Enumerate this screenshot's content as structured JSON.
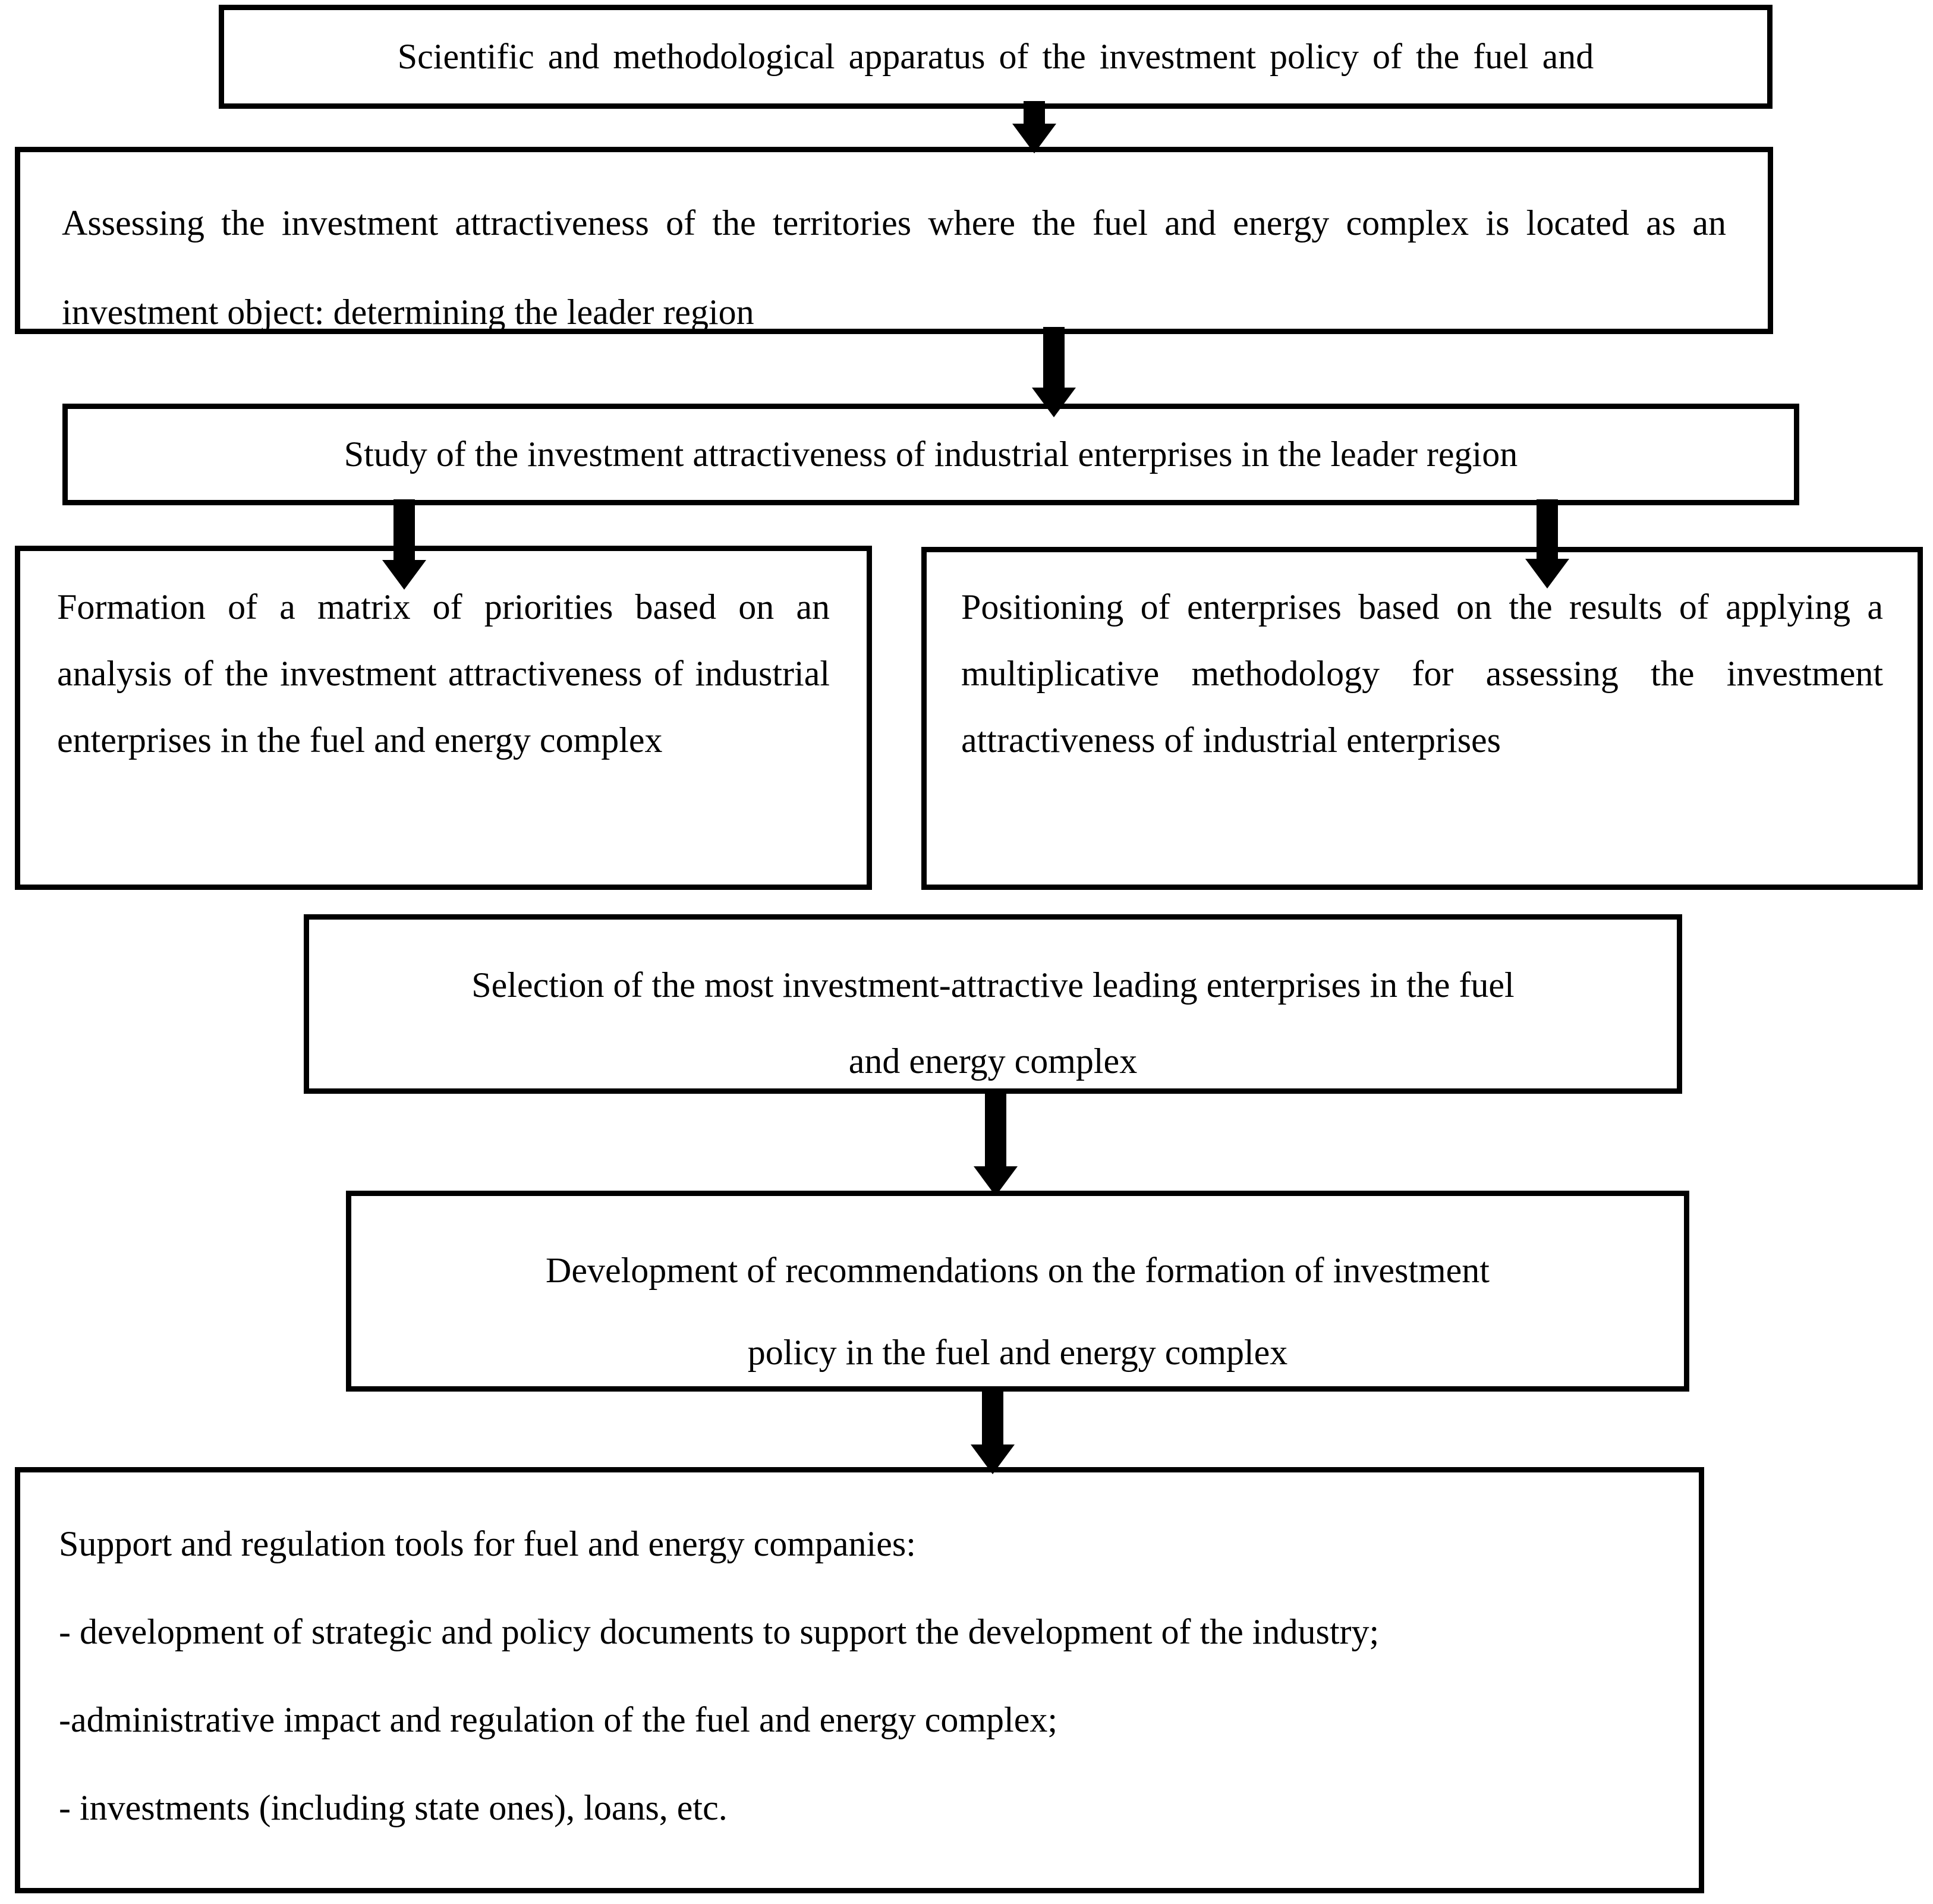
{
  "page": {
    "background_color": "#ffffff",
    "line_color": "#000000",
    "text_color": "#000000"
  },
  "diagram": {
    "type": "flowchart",
    "boxes": {
      "box1": {
        "text": "Scientific and methodological apparatus of the investment policy of the fuel and"
      },
      "box2": {
        "text": "Assessing the investment attractiveness of the territories where the fuel and energy complex is located as an investment object: determining the leader region"
      },
      "box3": {
        "text": "Study of the investment attractiveness of industrial enterprises in the leader region"
      },
      "box_left": {
        "text": "Formation of a matrix of priorities based on an analysis of the investment attractiveness of industrial enterprises in the fuel and energy complex"
      },
      "box_right": {
        "text": "Positioning of enterprises based on the results of applying a multiplicative methodology for assessing the investment attractiveness of industrial enterprises"
      },
      "box_selection": {
        "line1": "Selection of the most investment-attractive leading enterprises in the fuel",
        "line2": "and energy complex"
      },
      "box_development": {
        "line1": "Development of recommendations on the formation of investment",
        "line2": "policy in the fuel and energy complex"
      },
      "box_support": {
        "lines": [
          "Support and regulation tools for fuel and energy companies:",
          "- development of strategic and policy documents to support the development of the industry;",
          "-administrative impact and regulation of the fuel and energy complex;",
          "- investments (including state ones), loans, etc."
        ]
      }
    },
    "arrows": [
      {
        "from": "box1",
        "to": "box2"
      },
      {
        "from": "box2",
        "to": "box3"
      },
      {
        "from": "box3",
        "to": "box_left"
      },
      {
        "from": "box3",
        "to": "box_right"
      },
      {
        "from": "box_selection",
        "to": "box_development"
      },
      {
        "from": "box_development",
        "to": "box_support"
      }
    ]
  }
}
